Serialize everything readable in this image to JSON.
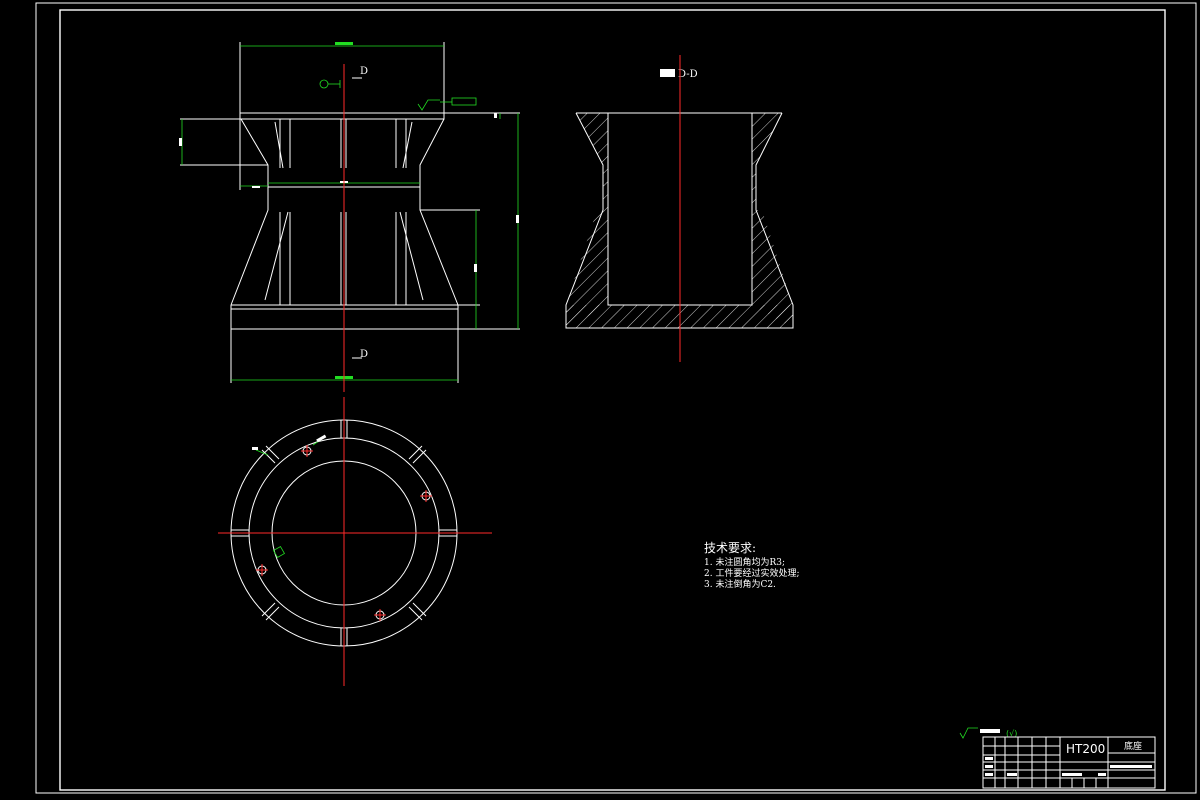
{
  "views": {
    "section_marker_top": "D",
    "section_marker_bottom": "D",
    "section_title": "D-D"
  },
  "tech_requirements": {
    "title": "技术要求:",
    "items": [
      "1. 未注圆角均为R3;",
      "2. 工件要经过实效处理;",
      "3. 未注倒角为C2."
    ]
  },
  "title_block": {
    "material": "HT200",
    "part_name": "底座"
  },
  "colors": {
    "background": "#000000",
    "outline": "#ffffff",
    "centerline": "#ff2a2a",
    "dimension": "#22dd22"
  }
}
